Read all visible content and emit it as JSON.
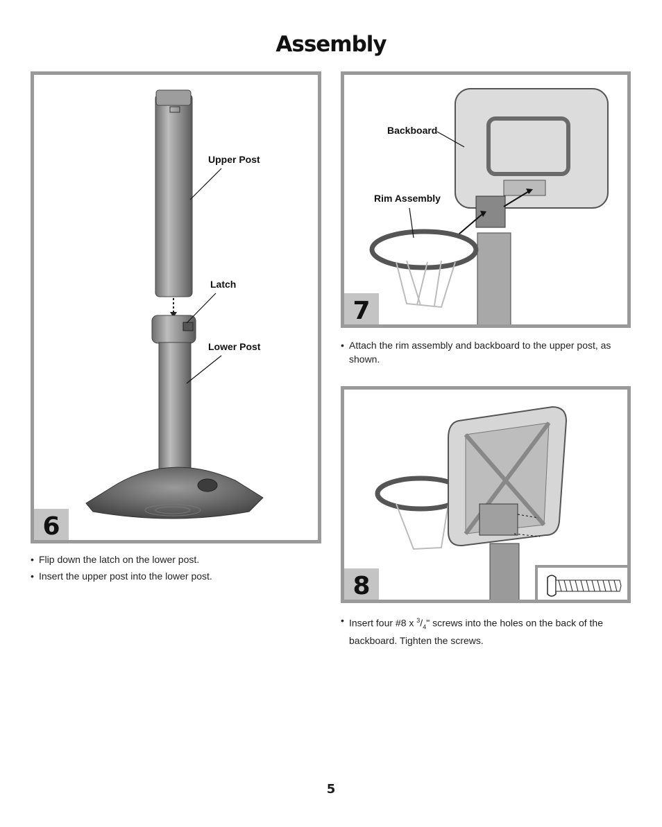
{
  "page": {
    "title": "Assembly",
    "page_number": "5"
  },
  "step6": {
    "number": "6",
    "labels": {
      "upper_post": "Upper Post",
      "latch": "Latch",
      "lower_post": "Lower Post"
    },
    "instructions": [
      "Flip down the latch on the lower post.",
      "Insert the upper post into the lower post."
    ]
  },
  "step7": {
    "number": "7",
    "labels": {
      "backboard": "Backboard",
      "rim_assembly": "Rim Assembly"
    },
    "instructions": [
      "Attach the rim assembly and backboard to the upper post, as shown."
    ]
  },
  "step8": {
    "number": "8",
    "instruction_parts": {
      "before": "Insert four #8 x ",
      "frac_num": "3",
      "frac_den": "4",
      "after": "\" screws into the holes on the back of the backboard. Tighten the screws."
    }
  },
  "colors": {
    "panel_border": "#9a9a9a",
    "step_badge": "#c4c4c4"
  }
}
